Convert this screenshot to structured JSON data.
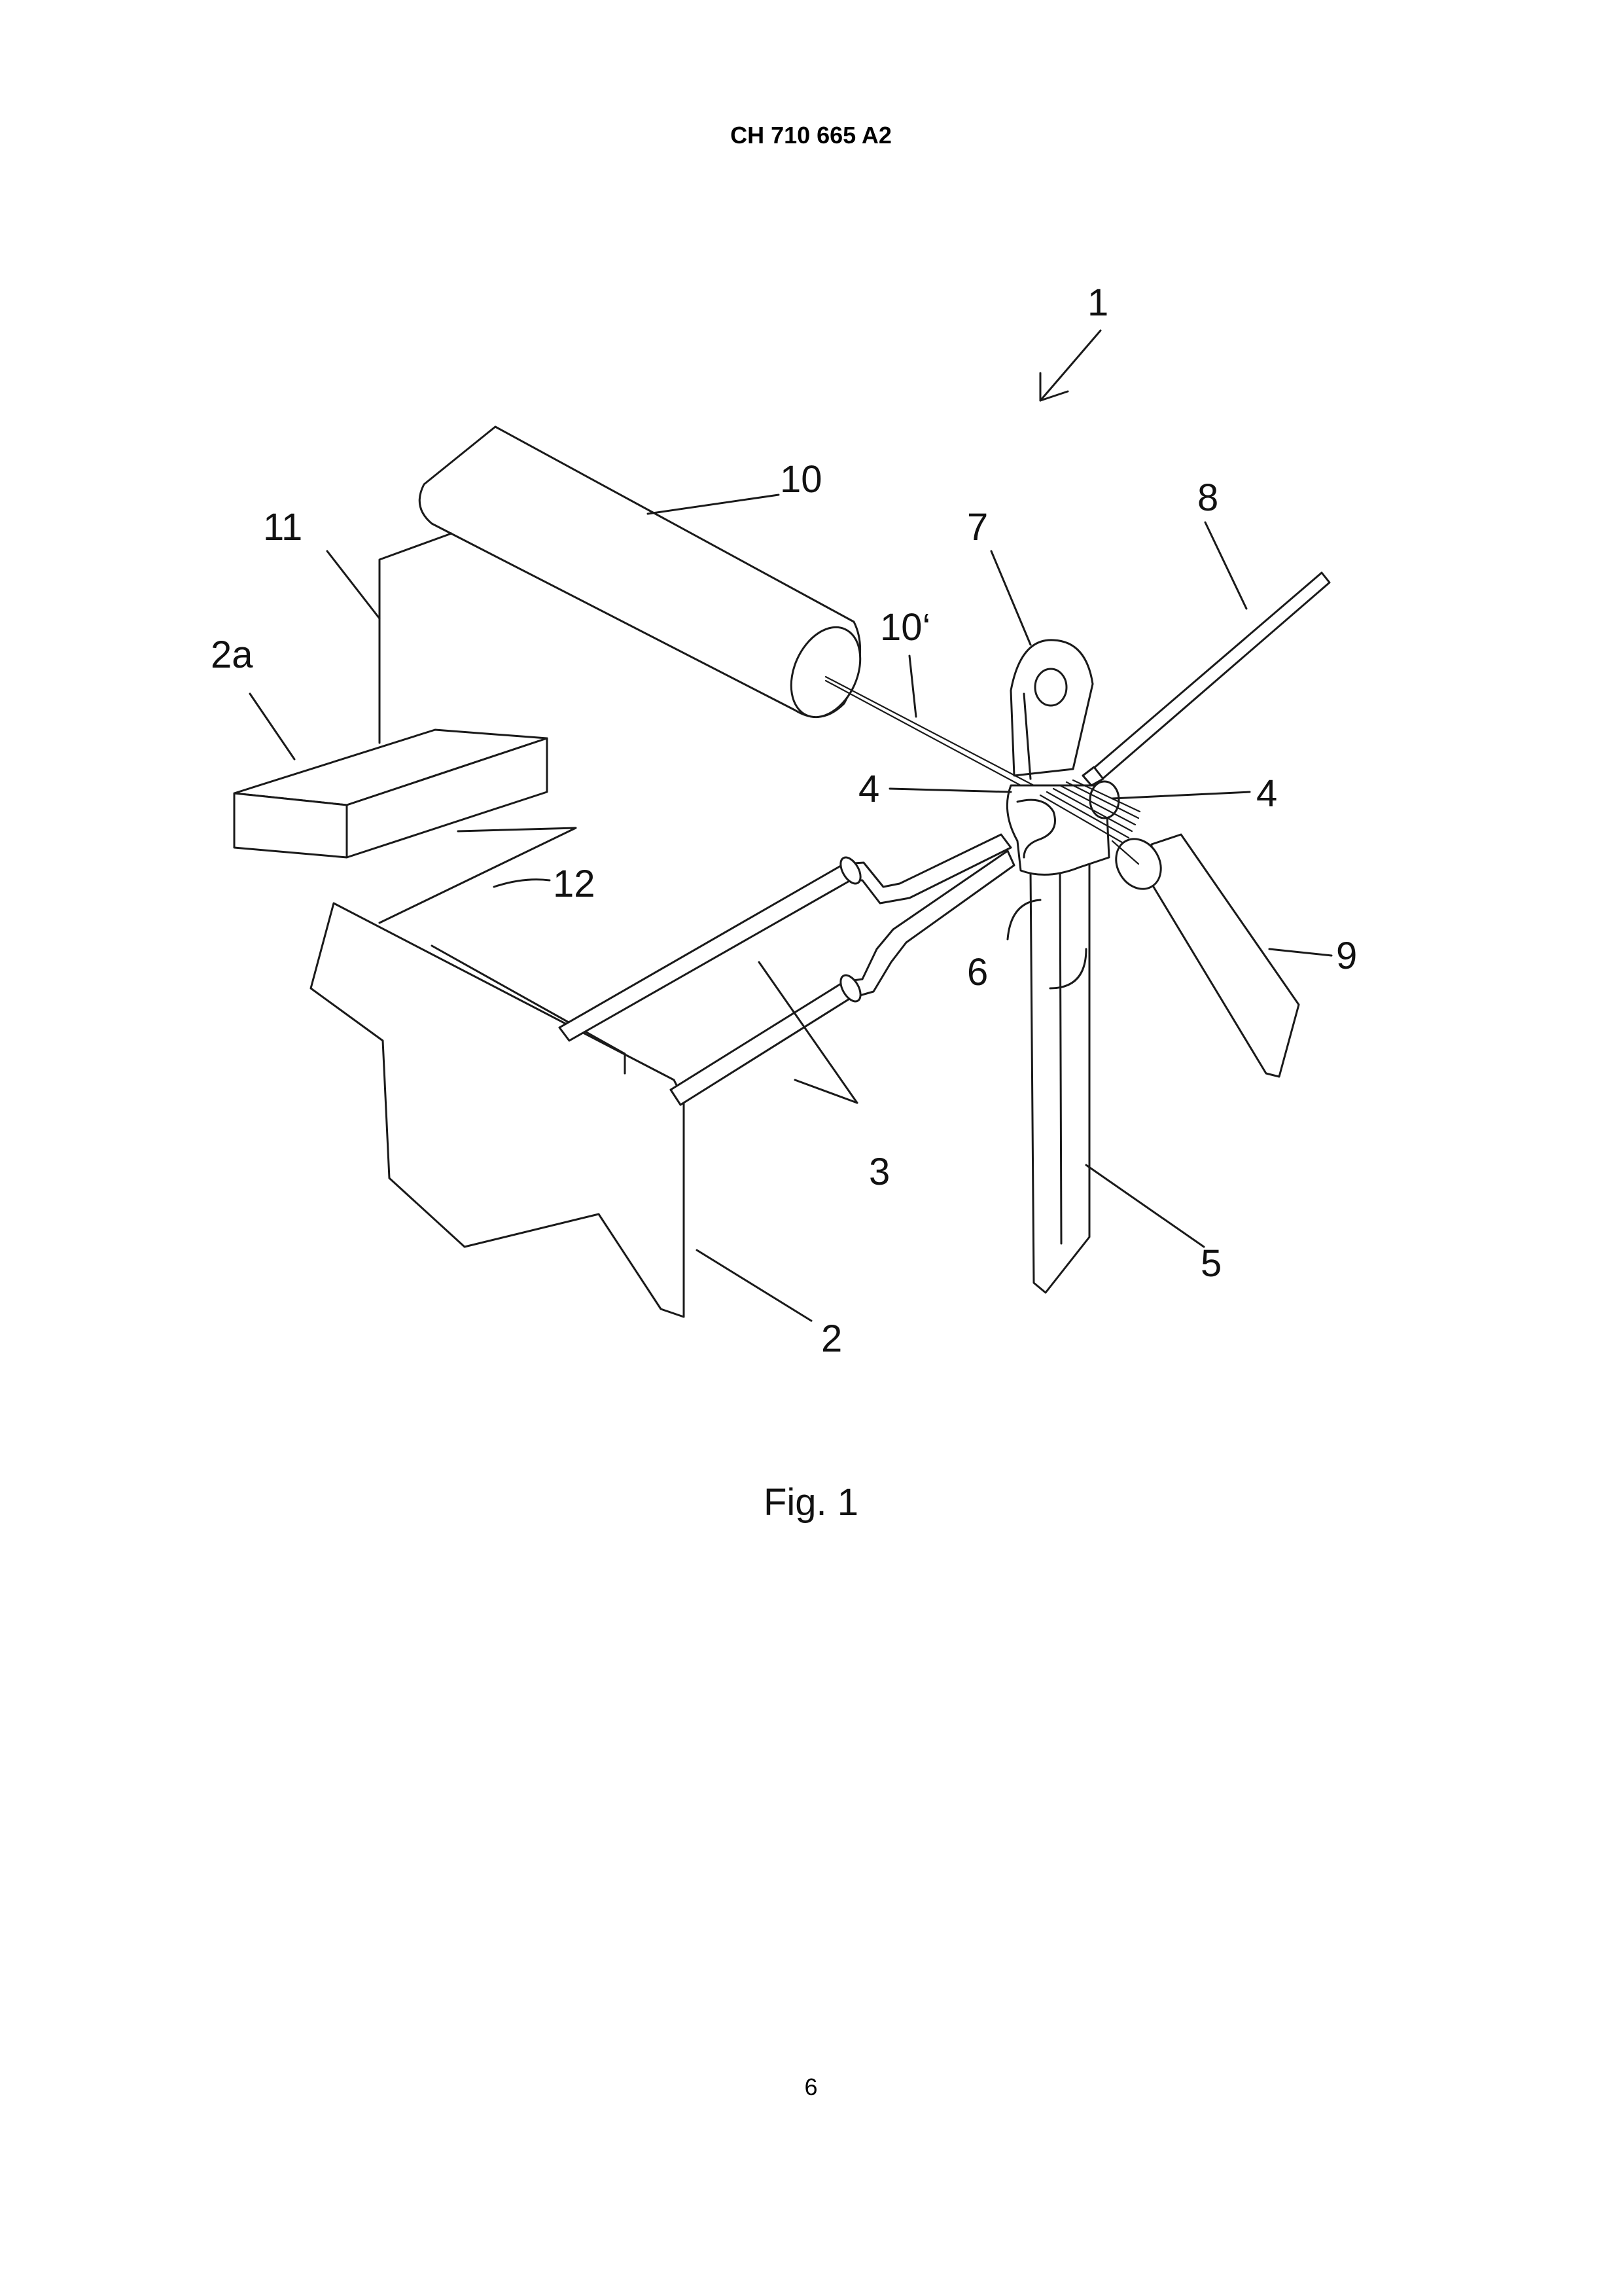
{
  "header": {
    "document_id": "CH 710 665 A2"
  },
  "figure": {
    "caption": "Fig. 1",
    "reference_labels": {
      "device": "1",
      "machine_body": "2",
      "control_unit": "2a",
      "holding_arms": "3",
      "clamp_jaws": "4",
      "band": "5",
      "band_holder": "6",
      "eyelet_part": "7",
      "wire_feed": "8",
      "nozzle": "9",
      "spool_roller": "10",
      "wire": "10‘",
      "upper_connection": "11",
      "lower_connection": "12"
    }
  },
  "footer": {
    "page_number": "6"
  }
}
